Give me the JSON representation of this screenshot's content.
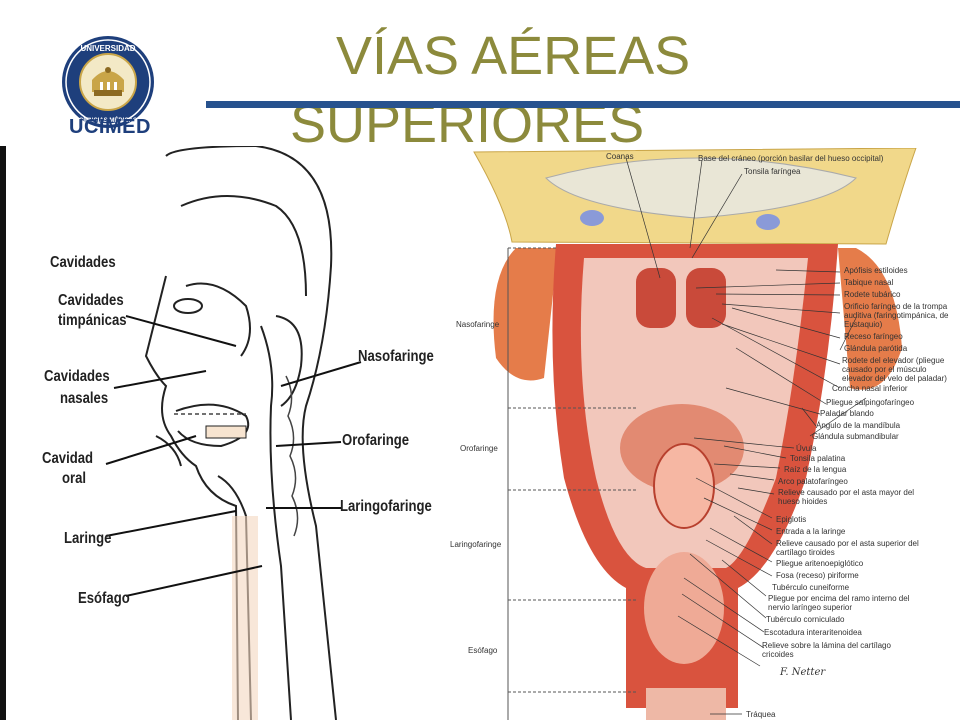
{
  "header": {
    "title_line1": "VÍAS AÉREAS",
    "title_line2": "SUPERIORES"
  },
  "logo": {
    "name": "UCIMED",
    "ring_text_top": "UNIVERSIDAD",
    "ring_text_bottom": "CIENCIAS MÉDICAS"
  },
  "left_diagram": {
    "labels": {
      "cavidades": "Cavidades",
      "timpanicas_1": "Cavidades",
      "timpanicas_2": "timpánicas",
      "nasales_1": "Cavidades",
      "nasales_2": "nasales",
      "oral_1": "Cavidad",
      "oral_2": "oral",
      "laringe": "Laringe",
      "esofago": "Esófago",
      "nasofaringe": "Nasofaringe",
      "orofaringe": "Orofaringe",
      "laringofaringe": "Laringofaringe"
    }
  },
  "right_diagram": {
    "top_labels": {
      "coanas": "Coanas",
      "base_craneo": "Base del cráneo (porción basilar del hueso occipital)",
      "tonsila_faringea": "Tonsila faríngea"
    },
    "left_labels": {
      "nasofaringe": "Nasofaringe",
      "orofaringe": "Orofaringe",
      "laringofaringe": "Laringofaringe",
      "esofago": "Esófago"
    },
    "right_labels": [
      "Apófisis estiloides",
      "Tabique nasal",
      "Rodete tubárico",
      "Orificio faríngeo de la trompa auditiva (faringotimpánica, de Eustaquio)",
      "Receso faríngeo",
      "Glándula parótida",
      "Rodete del elevador (pliegue causado por el músculo elevador del velo del paladar)",
      "Concha nasal inferior",
      "Pliegue salpingofaríngeo",
      "Paladar blando",
      "Ángulo de la mandíbula",
      "Glándula submandibular",
      "Úvula",
      "Tonsila palatina",
      "Raíz de la lengua",
      "Arco palatofaríngeo",
      "Relieve causado por el asta mayor del hueso hioides",
      "Epiglotis",
      "Entrada a la laringe",
      "Relieve causado por el asta superior del cartílago tiroides",
      "Pliegue aritenoepiglótico",
      "Fosa (receso) piriforme",
      "Tubérculo cuneiforme",
      "Pliegue por encima del ramo interno del nervio laríngeo superior",
      "Tubérculo corniculado",
      "Escotadura interaritenoidea",
      "Relieve sobre la lámina del cartílago cricoides"
    ],
    "bottom_label": "Tráquea",
    "signature": "F. Netter"
  },
  "colors": {
    "title": "#8c8a3c",
    "rule": "#27528e",
    "logo_blue": "#1e3f7c",
    "mucosa": "#d9533e",
    "bone": "#f1d88a"
  }
}
